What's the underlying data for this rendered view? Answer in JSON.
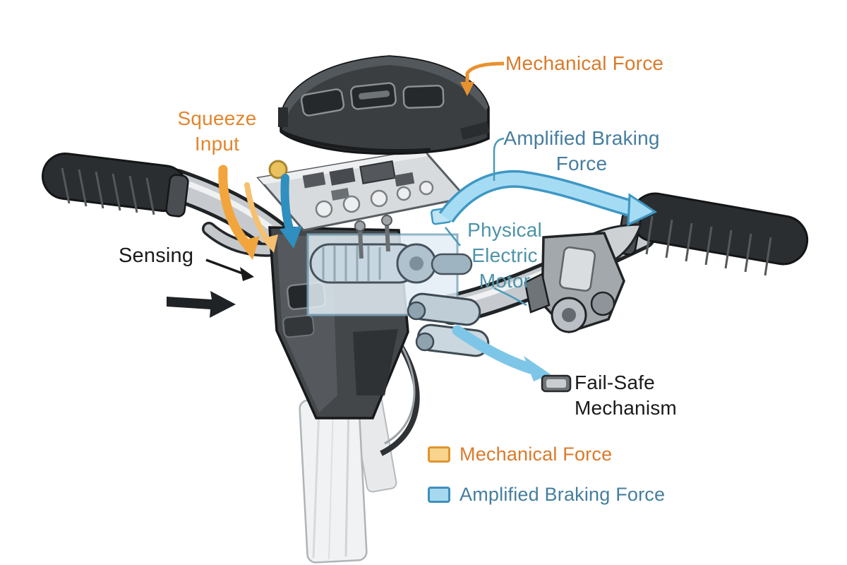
{
  "labels": {
    "mechanical_force_top": "Mechanical Force",
    "squeeze_input": "Squeeze Input",
    "amplified_braking_force": "Amplified Braking Force",
    "physical_electric_motor": "Physical Electric Motor",
    "sensing": "Sensing",
    "fail_safe_mechanism": "Fail-Safe Mechanism"
  },
  "legend": {
    "items": [
      {
        "label": "Mechanical Force",
        "swatch_fill": "#F8D48C",
        "swatch_border": "#DE9530",
        "text_color": "#DA7A2A"
      },
      {
        "label": "Amplified Braking Force",
        "swatch_fill": "#A6D9EF",
        "swatch_border": "#3F8FBC",
        "text_color": "#457E9E"
      }
    ]
  },
  "colors": {
    "orange_label": "#DA7A2A",
    "blue_label": "#457E9E",
    "teal_label": "#4E93A8",
    "black_label": "#1A1A1A",
    "orange_arrow": "#F2A53C",
    "amplified_arrow_fill": "#A5DCF4",
    "amplified_arrow_edge": "#3E97C4",
    "background": "#FFFFFF"
  }
}
